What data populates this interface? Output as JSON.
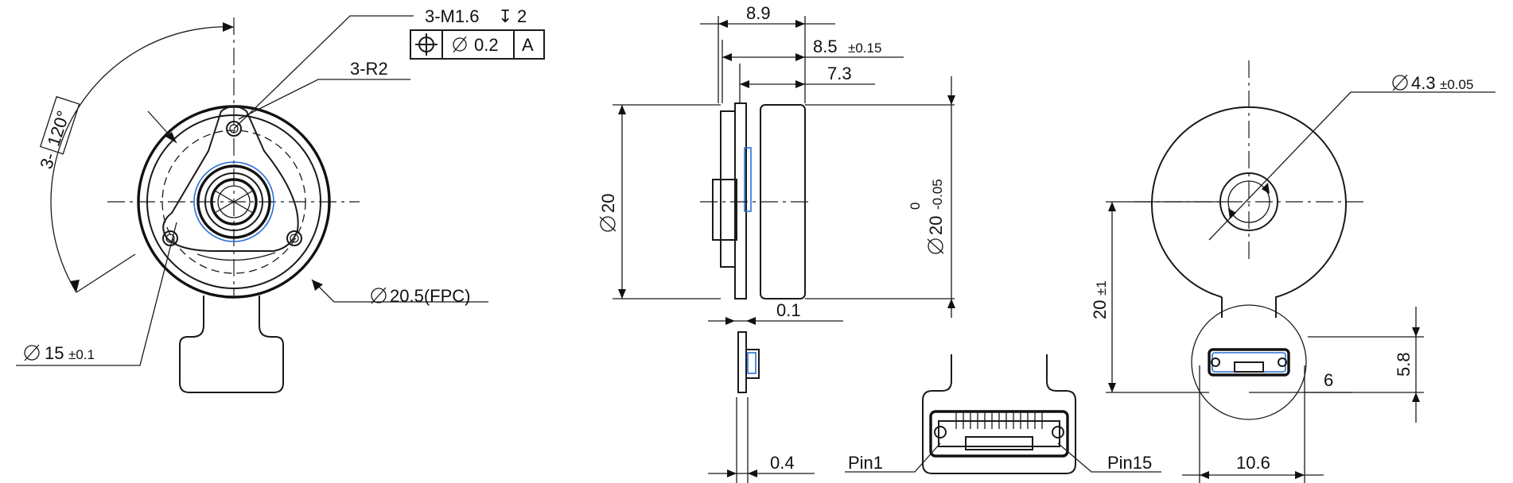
{
  "colors": {
    "line": "#111111",
    "fpc_highlight": "#2a6fd6",
    "background": "#ffffff"
  },
  "front_view": {
    "thread_note": "3-M1.6",
    "thread_depth": "2",
    "depth_symbol": "depth-symbol-icon",
    "tolerance_frame": {
      "position_symbol": "position-icon",
      "diameter": "0.2",
      "datum": "A"
    },
    "angle_prefix": "3-",
    "angle": "120°",
    "radius_note": "3-R2",
    "fpc_diameter": "20.5(FPC)",
    "hole_diameter": "15",
    "hole_tolerance": "±0.1"
  },
  "side_view": {
    "width_total": "8.9",
    "width_body": "8.5",
    "width_body_tol": "±0.15",
    "width_inner": "7.3",
    "left_diameter": "20",
    "right_diameter": "20",
    "right_tol_upper": "0",
    "right_tol_lower": "-0.05",
    "gap": "0.1",
    "fpc_thickness": "0.4"
  },
  "connector_view": {
    "pin_first": "Pin1",
    "pin_last": "Pin15"
  },
  "rear_view": {
    "shaft_diameter": "4.3",
    "shaft_tol": "±0.05",
    "center_to_pad": "20",
    "center_to_pad_tol": "±1",
    "pad_height": "5.8",
    "pad_offset": "6",
    "pad_width": "10.6"
  }
}
